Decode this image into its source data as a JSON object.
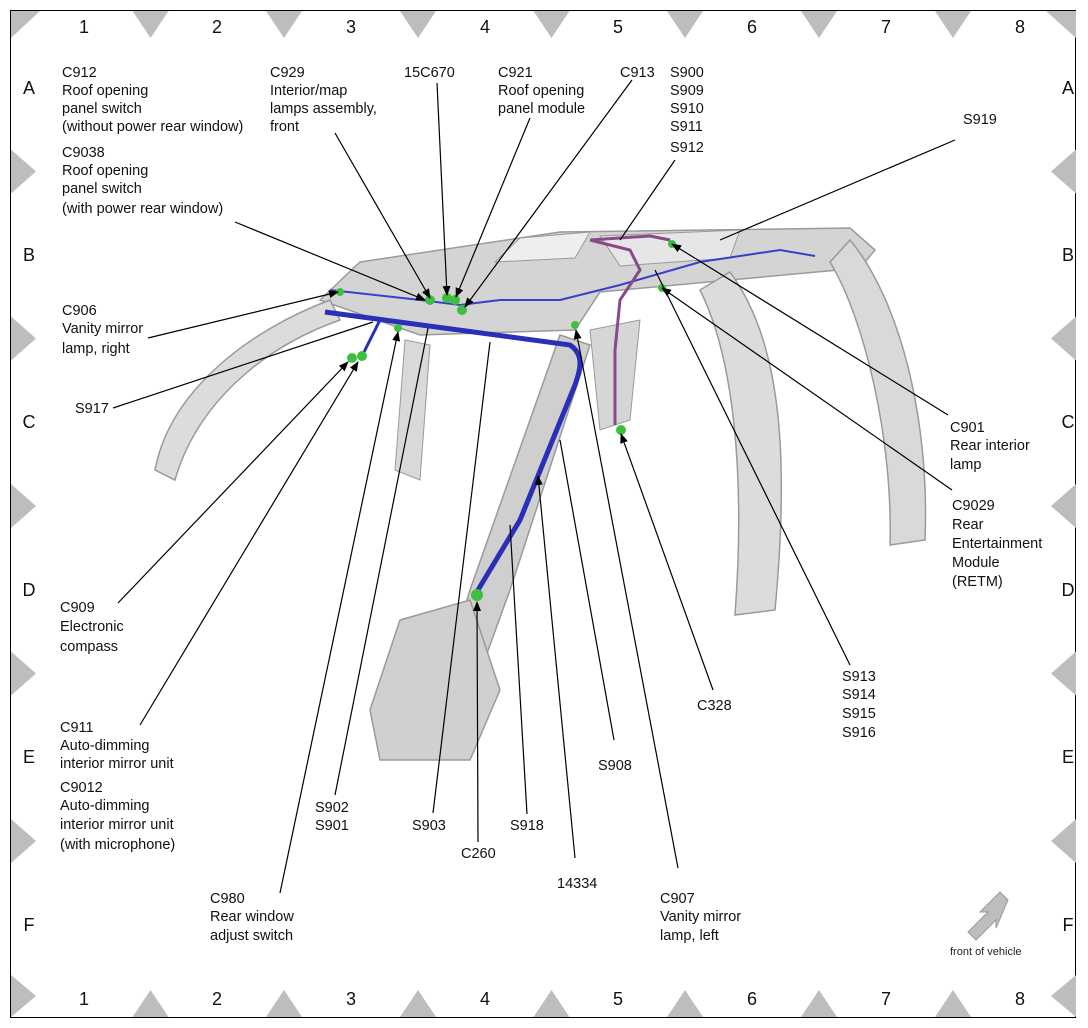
{
  "grid": {
    "columns": [
      "1",
      "2",
      "3",
      "4",
      "5",
      "6",
      "7",
      "8"
    ],
    "rows": [
      "A",
      "B",
      "C",
      "D",
      "E",
      "F"
    ]
  },
  "labels": {
    "c912": [
      "C912",
      "Roof opening",
      "panel switch",
      "(without power rear window)"
    ],
    "c9038": [
      "C9038",
      "Roof opening",
      "panel switch",
      "(with power rear window)"
    ],
    "c929": [
      "C929",
      "Interior/map",
      "lamps assembly,",
      "front"
    ],
    "c15c670": [
      "15C670"
    ],
    "c921": [
      "C921",
      "Roof opening",
      "panel module"
    ],
    "c913": [
      "C913"
    ],
    "s900group": [
      "S900",
      "S909",
      "S910",
      "S911",
      "S912"
    ],
    "s919": [
      "S919"
    ],
    "c906": [
      "C906",
      "Vanity mirror",
      "lamp, right"
    ],
    "s917": [
      "S917"
    ],
    "c901": [
      "C901",
      "Rear interior",
      "lamp"
    ],
    "c9029": [
      "C9029",
      "Rear",
      "Entertainment",
      "Module",
      "(RETM)"
    ],
    "c909": [
      "C909",
      "Electronic",
      "compass"
    ],
    "s913group": [
      "S913",
      "S914",
      "S915",
      "S916"
    ],
    "c328": [
      "C328"
    ],
    "c911": [
      "C911",
      "Auto-dimming",
      "interior mirror unit"
    ],
    "c9012": [
      "C9012",
      "Auto-dimming",
      "interior mirror unit",
      "(with microphone)"
    ],
    "s908": [
      "S908"
    ],
    "s902": [
      "S902",
      "S901"
    ],
    "s903": [
      "S903"
    ],
    "s918": [
      "S918"
    ],
    "c260": [
      "C260"
    ],
    "n14334": [
      "14334"
    ],
    "c980": [
      "C980",
      "Rear window",
      "adjust switch"
    ],
    "c907": [
      "C907",
      "Vanity mirror",
      "lamp, left"
    ]
  },
  "front_indicator": "front of vehicle",
  "colors": {
    "harness_main": "#2a2fb8",
    "harness_rear": "#8a4a8a",
    "connector": "#3fbf3f",
    "body": "#cfcfcf",
    "arrow_grey": "#bdbdbd"
  }
}
